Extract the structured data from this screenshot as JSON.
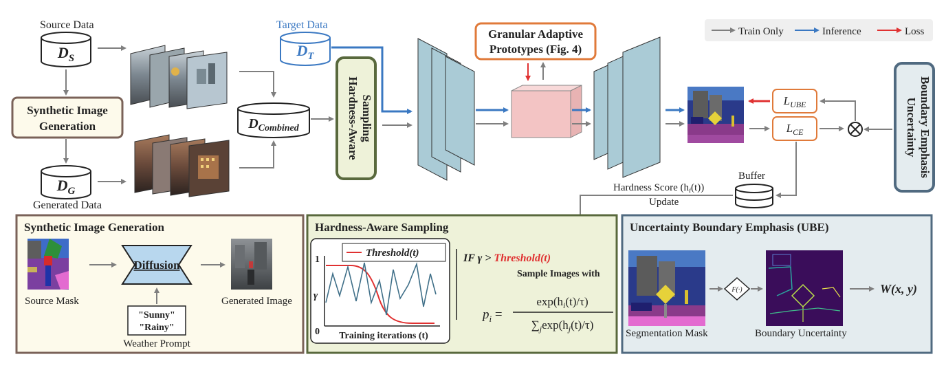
{
  "legend": {
    "train_only": "Train Only",
    "inference": "Inference",
    "loss": "Loss"
  },
  "colors": {
    "train_arrow": "#7f7f7f",
    "inference_arrow": "#3a78c2",
    "loss_arrow": "#e03131",
    "synthetic_border": "#7a6258",
    "synthetic_fill": "#fdfaeb",
    "hardness_border": "#59693d",
    "hardness_fill": "#eef2d9",
    "ube_border": "#506a80",
    "ube_fill": "#e4ecef",
    "prototype_border": "#e07a3a",
    "layer_fill": "#aacbd6",
    "cube_fill": "#f3c4c4",
    "target_blue": "#3a78c2",
    "threshold_red": "#e03131"
  },
  "top": {
    "source_label": "Source Data",
    "source_db_main": "D",
    "source_db_sub": "S",
    "generated_label": "Generated Data",
    "generated_db_main": "D",
    "generated_db_sub": "G",
    "target_label": "Target Data",
    "target_db_main": "D",
    "target_db_sub": "T",
    "combined_db_main": "D",
    "combined_db_sub": "Combined",
    "synthetic_box_line1": "Synthetic Image",
    "synthetic_box_line2": "Generation",
    "hardness_box_line1": "Hardness-Aware",
    "hardness_box_line2": "Sampling",
    "prototypes_line1": "Granular Adaptive",
    "prototypes_line2": "Prototypes (Fig. 4)",
    "ube_box_line1": "Uncertainty",
    "ube_box_line2": "Boundary Emphasis",
    "loss_ube_main": "L",
    "loss_ube_sub": "UBE",
    "loss_ce_main": "L",
    "loss_ce_sub": "CE",
    "multiply_symbol": "⊗",
    "buffer_label": "Buffer",
    "hardness_score_text": "Hardness Score (h",
    "hardness_score_sub": "i",
    "hardness_score_tail": "(t))",
    "update_label": "Update"
  },
  "panel_synthetic": {
    "title": "Synthetic Image Generation",
    "source_mask_label": "Source Mask",
    "diffusion_label": "Diffusion",
    "prompt_sunny": "\"Sunny\"",
    "prompt_rainy": "\"Rainy\"",
    "weather_prompt_label": "Weather Prompt",
    "generated_image_label": "Generated Image"
  },
  "panel_hardness": {
    "title": "Hardness-Aware Sampling",
    "legend_threshold": "Threshold(t)",
    "y_top": "1",
    "y_mid": "γ",
    "y_bottom": "0",
    "x_label": "Training iterations (t)",
    "if_prefix": "IF γ >",
    "if_threshold": "Threshold(t)",
    "sample_text": "Sample Images with",
    "formula_lhs": "p",
    "formula_lhs_sub": "i",
    "formula_num": "exp(h",
    "formula_num_sub": "i",
    "formula_num_tail": "(t)/τ)",
    "formula_den_sum": "∑",
    "formula_den_sum_sub": "j",
    "formula_den": "exp(h",
    "formula_den_sub": "j",
    "formula_den_tail": "(t)/τ)"
  },
  "panel_ube": {
    "title": "Uncertainty Boundary Emphasis (UBE)",
    "segmentation_label": "Segmentation Mask",
    "function_label": "F(·)",
    "boundary_label": "Boundary Uncertainty",
    "output_label": "W(x, y)"
  }
}
